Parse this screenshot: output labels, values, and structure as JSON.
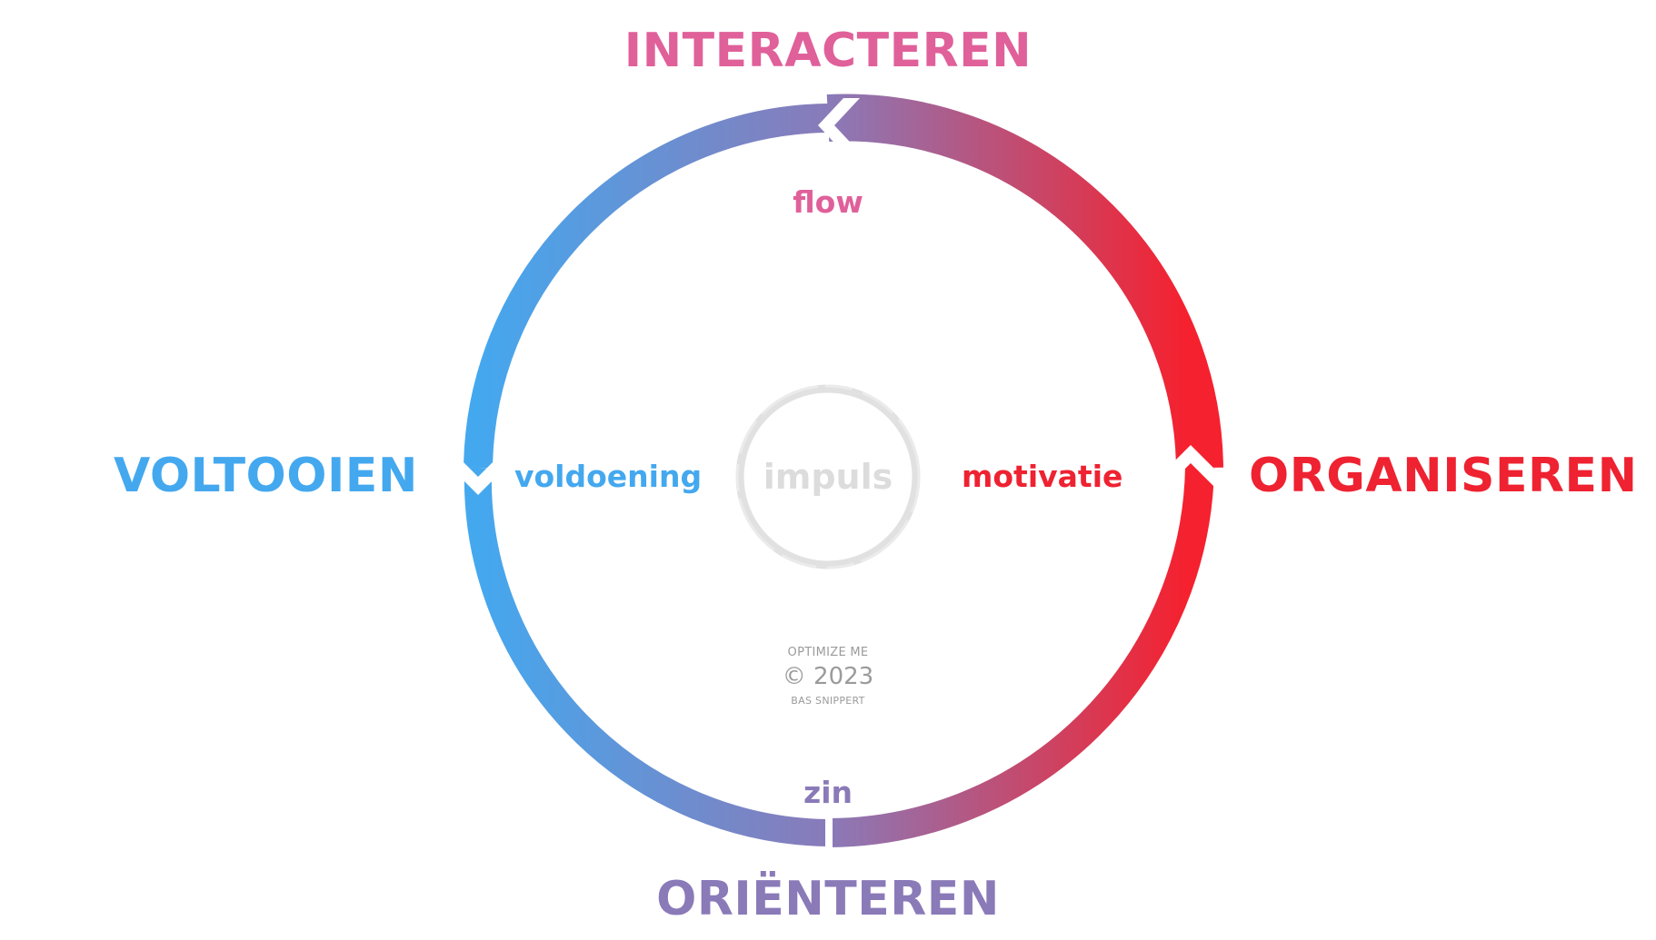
{
  "diagram": {
    "phases": {
      "top": "INTERACTEREN",
      "right": "ORGANISEREN",
      "bottom": "ORIËNTEREN",
      "left": "VOLTOOIEN"
    },
    "inner_labels": {
      "top": "flow",
      "right": "motivatie",
      "bottom": "zin",
      "left": "voldoening"
    },
    "center_label": "impuls",
    "credit": {
      "brand": "OPTIMIZE ME",
      "year": "© 2023",
      "author": "BAS SNIPPERT"
    },
    "colors": {
      "interacteren": "#e0609a",
      "organiseren": "#ee2231",
      "orienteren": "#8a7ab8",
      "voltooien": "#44a8ef",
      "ring_blue": "#44a8ef",
      "ring_purple": "#8a7ab8",
      "ring_red": "#f5212f",
      "center_ring": "#d9d9d9",
      "credit_text": "#9b9b9b"
    },
    "icons": {
      "ring_arrows": "chevron-arrow-icon",
      "center": "enso-circle-icon"
    }
  }
}
